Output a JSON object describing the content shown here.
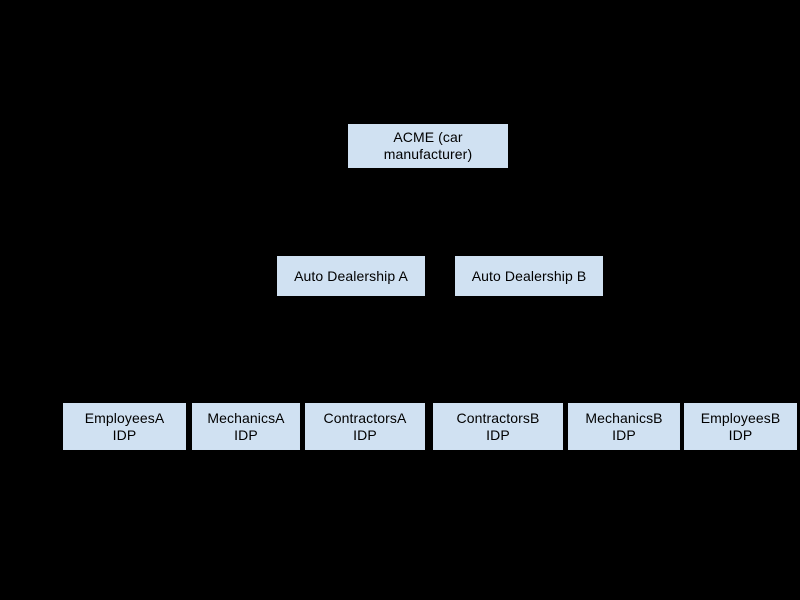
{
  "diagram": {
    "type": "hierarchy-tree",
    "background_color": "#000000",
    "node_fill_color": "#d0e1f2",
    "node_text_color": "#000000",
    "root": {
      "label": "ACME (car\nmanufacturer)"
    },
    "tier2": [
      {
        "label": "Auto Dealership A"
      },
      {
        "label": "Auto Dealership B"
      }
    ],
    "tier3": [
      {
        "label": "EmployeesA\nIDP"
      },
      {
        "label": "MechanicsA\nIDP"
      },
      {
        "label": "ContractorsA\nIDP"
      },
      {
        "label": "ContractorsB\nIDP"
      },
      {
        "label": "MechanicsB\nIDP"
      },
      {
        "label": "EmployeesB\nIDP"
      }
    ]
  }
}
